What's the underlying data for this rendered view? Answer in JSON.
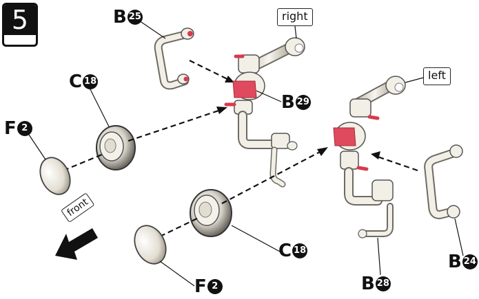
{
  "step": {
    "number": "5"
  },
  "callouts": {
    "right": "right",
    "left": "left",
    "front": "front"
  },
  "parts": {
    "b25": {
      "letter": "B",
      "num": "25"
    },
    "b29": {
      "letter": "B",
      "num": "29"
    },
    "c18_top": {
      "letter": "C",
      "num": "18"
    },
    "f2_top": {
      "letter": "F",
      "num": "2"
    },
    "c18_bottom": {
      "letter": "C",
      "num": "18"
    },
    "f2_bottom": {
      "letter": "F",
      "num": "2"
    },
    "b28": {
      "letter": "B",
      "num": "28"
    },
    "b24": {
      "letter": "B",
      "num": "24"
    }
  },
  "colors": {
    "part_fill": "#f2efe6",
    "part_shade": "#bdb7a8",
    "pin_red": "#d83a4e",
    "ink": "#111111"
  }
}
